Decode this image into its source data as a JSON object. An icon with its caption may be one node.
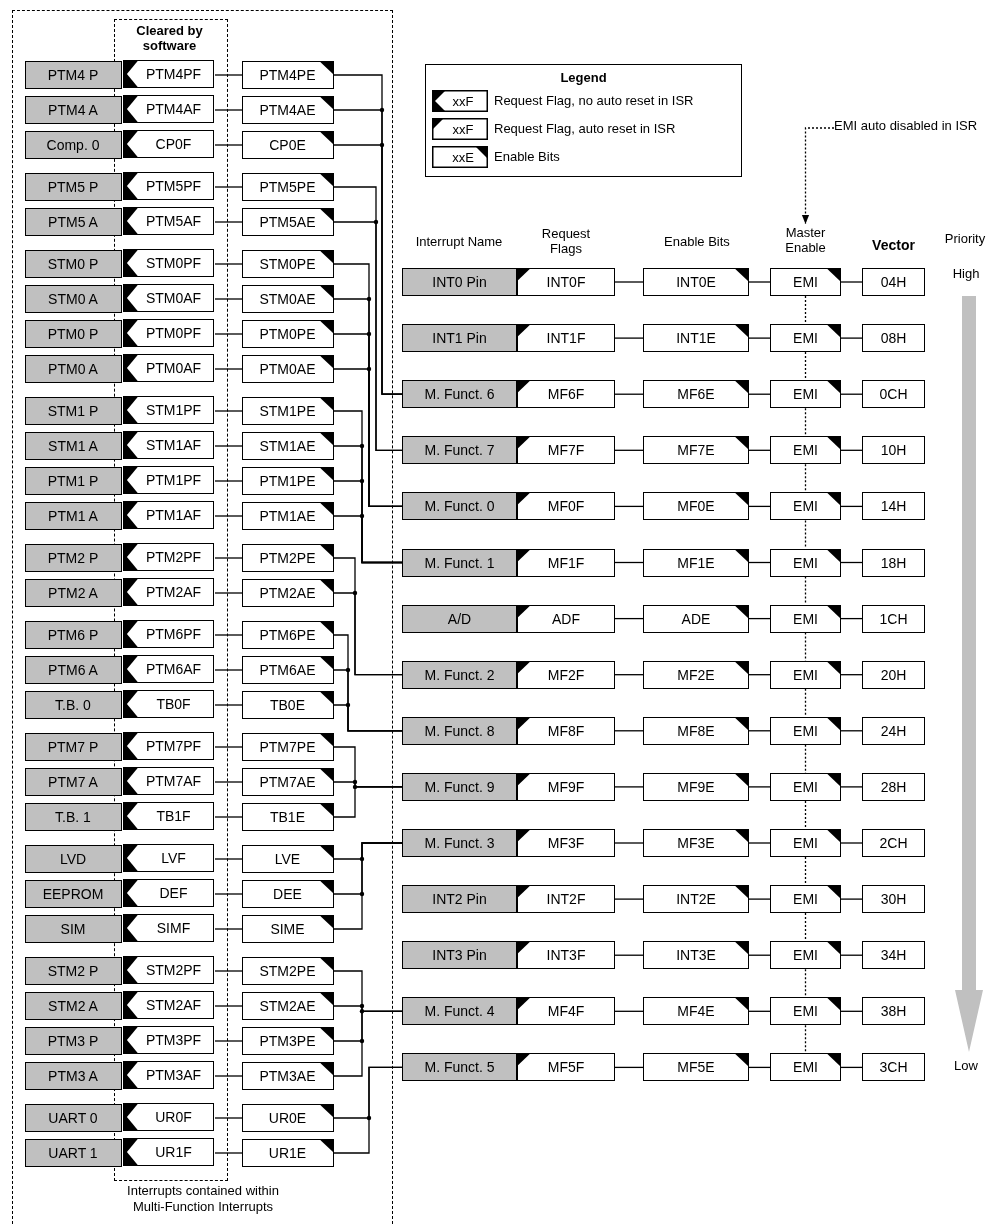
{
  "diagram": {
    "nodes": [
      {
        "text": [
          "Interrupts contained within Multi-Function Interrupts"
        ]
      },
      {
        "text": [
          "Cleared by software"
        ],
        "in": 0
      },
      {
        "text": [
          "PTM4 P"
        ],
        "in": 0
      },
      {
        "text": [
          "PTM4PF"
        ],
        "in": 1
      },
      {
        "text": [
          "PTM4PE"
        ],
        "in": 0
      },
      {
        "text": [
          "PTM4 A"
        ],
        "in": 0
      },
      {
        "text": [
          "PTM4AF"
        ],
        "in": 1
      },
      {
        "text": [
          "PTM4AE"
        ],
        "in": 0
      },
      {
        "text": [
          "Comp. 0"
        ],
        "in": 0
      },
      {
        "text": [
          "CP0F"
        ],
        "in": 1
      },
      {
        "text": [
          "CP0E"
        ],
        "in": 0
      },
      {
        "text": [
          "PTM5 P"
        ],
        "in": 0
      },
      {
        "text": [
          "PTM5PF"
        ],
        "in": 1
      },
      {
        "text": [
          "PTM5PE"
        ],
        "in": 0
      },
      {
        "text": [
          "PTM5 A"
        ],
        "in": 0
      },
      {
        "text": [
          "PTM5AF"
        ],
        "in": 1
      },
      {
        "text": [
          "PTM5AE"
        ],
        "in": 0
      },
      {
        "text": [
          "STM0 P"
        ],
        "in": 0
      },
      {
        "text": [
          "STM0PF"
        ],
        "in": 1
      },
      {
        "text": [
          "STM0PE"
        ],
        "in": 0
      },
      {
        "text": [
          "STM0 A"
        ],
        "in": 0
      },
      {
        "text": [
          "STM0AF"
        ],
        "in": 1
      },
      {
        "text": [
          "STM0AE"
        ],
        "in": 0
      },
      {
        "text": [
          "PTM0 P"
        ],
        "in": 0
      },
      {
        "text": [
          "PTM0PF"
        ],
        "in": 1
      },
      {
        "text": [
          "PTM0PE"
        ],
        "in": 0
      },
      {
        "text": [
          "PTM0 A"
        ],
        "in": 0
      },
      {
        "text": [
          "PTM0AF"
        ],
        "in": 1
      },
      {
        "text": [
          "PTM0AE"
        ],
        "in": 0
      },
      {
        "text": [
          "STM1 P"
        ],
        "in": 0
      },
      {
        "text": [
          "STM1PF"
        ],
        "in": 1
      },
      {
        "text": [
          "STM1PE"
        ],
        "in": 0
      },
      {
        "text": [
          "STM1 A"
        ],
        "in": 0
      },
      {
        "text": [
          "STM1AF"
        ],
        "in": 1
      },
      {
        "text": [
          "STM1AE"
        ],
        "in": 0
      },
      {
        "text": [
          "PTM1 P"
        ],
        "in": 0
      },
      {
        "text": [
          "PTM1PF"
        ],
        "in": 1
      },
      {
        "text": [
          "PTM1PE"
        ],
        "in": 0
      },
      {
        "text": [
          "PTM1 A"
        ],
        "in": 0
      },
      {
        "text": [
          "PTM1AF"
        ],
        "in": 1
      },
      {
        "text": [
          "PTM1AE"
        ],
        "in": 0
      },
      {
        "text": [
          "PTM2 P"
        ],
        "in": 0
      },
      {
        "text": [
          "PTM2PF"
        ],
        "in": 1
      },
      {
        "text": [
          "PTM2PE"
        ],
        "in": 0
      },
      {
        "text": [
          "PTM2 A"
        ],
        "in": 0
      },
      {
        "text": [
          "PTM2AF"
        ],
        "in": 1
      },
      {
        "text": [
          "PTM2AE"
        ],
        "in": 0
      },
      {
        "text": [
          "PTM6 P"
        ],
        "in": 0
      },
      {
        "text": [
          "PTM6PF"
        ],
        "in": 1
      },
      {
        "text": [
          "PTM6PE"
        ],
        "in": 0
      },
      {
        "text": [
          "PTM6 A"
        ],
        "in": 0
      },
      {
        "text": [
          "PTM6AF"
        ],
        "in": 1
      },
      {
        "text": [
          "PTM6AE"
        ],
        "in": 0
      },
      {
        "text": [
          "T.B. 0"
        ],
        "in": 0
      },
      {
        "text": [
          "TB0F"
        ],
        "in": 1
      },
      {
        "text": [
          "TB0E"
        ],
        "in": 0
      },
      {
        "text": [
          "PTM7 P"
        ],
        "in": 0
      },
      {
        "text": [
          "PTM7PF"
        ],
        "in": 1
      },
      {
        "text": [
          "PTM7PE"
        ],
        "in": 0
      },
      {
        "text": [
          "PTM7 A"
        ],
        "in": 0
      },
      {
        "text": [
          "PTM7AF"
        ],
        "in": 1
      },
      {
        "text": [
          "PTM7AE"
        ],
        "in": 0
      },
      {
        "text": [
          "T.B. 1"
        ],
        "in": 0
      },
      {
        "text": [
          "TB1F"
        ],
        "in": 1
      },
      {
        "text": [
          "TB1E"
        ],
        "in": 0
      },
      {
        "text": [
          "LVD"
        ],
        "in": 0
      },
      {
        "text": [
          "LVF"
        ],
        "in": 1
      },
      {
        "text": [
          "LVE"
        ],
        "in": 0
      },
      {
        "text": [
          "EEPROM"
        ],
        "in": 0
      },
      {
        "text": [
          "DEF"
        ],
        "in": 1
      },
      {
        "text": [
          "DEE"
        ],
        "in": 0
      },
      {
        "text": [
          "SIM"
        ],
        "in": 0
      },
      {
        "text": [
          "SIMF"
        ],
        "in": 1
      },
      {
        "text": [
          "SIME"
        ],
        "in": 0
      },
      {
        "text": [
          "STM2 P"
        ],
        "in": 0
      },
      {
        "text": [
          "STM2PF"
        ],
        "in": 1
      },
      {
        "text": [
          "STM2PE"
        ],
        "in": 0
      },
      {
        "text": [
          "STM2 A"
        ],
        "in": 0
      },
      {
        "text": [
          "STM2AF"
        ],
        "in": 1
      },
      {
        "text": [
          "STM2AE"
        ],
        "in": 0
      },
      {
        "text": [
          "PTM3 P"
        ],
        "in": 0
      },
      {
        "text": [
          "PTM3PF"
        ],
        "in": 1
      },
      {
        "text": [
          "PTM3PE"
        ],
        "in": 0
      },
      {
        "text": [
          "PTM3 A"
        ],
        "in": 0
      },
      {
        "text": [
          "PTM3AF"
        ],
        "in": 1
      },
      {
        "text": [
          "PTM3AE"
        ],
        "in": 0
      },
      {
        "text": [
          "UART 0"
        ],
        "in": 0
      },
      {
        "text": [
          "UR0F"
        ],
        "in": 1
      },
      {
        "text": [
          "UR0E"
        ],
        "in": 0
      },
      {
        "text": [
          "UART 1"
        ],
        "in": 0
      },
      {
        "text": [
          "UR1F"
        ],
        "in": 1
      },
      {
        "text": [
          "UR1E"
        ],
        "in": 0
      },
      {
        "text": [
          "INT0 Pin"
        ]
      },
      {
        "text": [
          "INT0F"
        ]
      },
      {
        "text": [
          "INT0E"
        ]
      },
      {
        "text": [
          "EMI"
        ]
      },
      {
        "text": [
          "04H"
        ]
      },
      {
        "text": [
          "INT1 Pin"
        ]
      },
      {
        "text": [
          "INT1F"
        ]
      },
      {
        "text": [
          "INT1E"
        ]
      },
      {
        "text": [
          "EMI"
        ]
      },
      {
        "text": [
          "08H"
        ]
      },
      {
        "text": [
          "M. Funct. 6"
        ]
      },
      {
        "text": [
          "MF6F"
        ]
      },
      {
        "text": [
          "MF6E"
        ]
      },
      {
        "text": [
          "EMI"
        ]
      },
      {
        "text": [
          "0CH"
        ]
      },
      {
        "text": [
          "M. Funct. 7"
        ]
      },
      {
        "text": [
          "MF7F"
        ]
      },
      {
        "text": [
          "MF7E"
        ]
      },
      {
        "text": [
          "EMI"
        ]
      },
      {
        "text": [
          "10H"
        ]
      },
      {
        "text": [
          "M. Funct. 0"
        ]
      },
      {
        "text": [
          "MF0F"
        ]
      },
      {
        "text": [
          "MF0E"
        ]
      },
      {
        "text": [
          "EMI"
        ]
      },
      {
        "text": [
          "14H"
        ]
      },
      {
        "text": [
          "M. Funct. 1"
        ]
      },
      {
        "text": [
          "MF1F"
        ]
      },
      {
        "text": [
          "MF1E"
        ]
      },
      {
        "text": [
          "EMI"
        ]
      },
      {
        "text": [
          "18H"
        ]
      },
      {
        "text": [
          "A/D"
        ]
      },
      {
        "text": [
          "ADF"
        ]
      },
      {
        "text": [
          "ADE"
        ]
      },
      {
        "text": [
          "EMI"
        ]
      },
      {
        "text": [
          "1CH"
        ]
      },
      {
        "text": [
          "M. Funct. 2"
        ]
      },
      {
        "text": [
          "MF2F"
        ]
      },
      {
        "text": [
          "MF2E"
        ]
      },
      {
        "text": [
          "EMI"
        ]
      },
      {
        "text": [
          "20H"
        ]
      },
      {
        "text": [
          "M. Funct. 8"
        ]
      },
      {
        "text": [
          "MF8F"
        ]
      },
      {
        "text": [
          "MF8E"
        ]
      },
      {
        "text": [
          "EMI"
        ]
      },
      {
        "text": [
          "24H"
        ]
      },
      {
        "text": [
          "M. Funct. 9"
        ]
      },
      {
        "text": [
          "MF9F"
        ]
      },
      {
        "text": [
          "MF9E"
        ]
      },
      {
        "text": [
          "EMI"
        ]
      },
      {
        "text": [
          "28H"
        ]
      },
      {
        "text": [
          "M. Funct. 3"
        ]
      },
      {
        "text": [
          "MF3F"
        ]
      },
      {
        "text": [
          "MF3E"
        ]
      },
      {
        "text": [
          "EMI"
        ]
      },
      {
        "text": [
          "2CH"
        ]
      },
      {
        "text": [
          "INT2 Pin"
        ]
      },
      {
        "text": [
          "INT2F"
        ]
      },
      {
        "text": [
          "INT2E"
        ]
      },
      {
        "text": [
          "EMI"
        ]
      },
      {
        "text": [
          "30H"
        ]
      },
      {
        "text": [
          "INT3 Pin"
        ]
      },
      {
        "text": [
          "INT3F"
        ]
      },
      {
        "text": [
          "INT3E"
        ]
      },
      {
        "text": [
          "EMI"
        ]
      },
      {
        "text": [
          "34H"
        ]
      },
      {
        "text": [
          "M. Funct. 4"
        ]
      },
      {
        "text": [
          "MF4F"
        ]
      },
      {
        "text": [
          "MF4E"
        ]
      },
      {
        "text": [
          "EMI"
        ]
      },
      {
        "text": [
          "38H"
        ]
      },
      {
        "text": [
          "M. Funct. 5"
        ]
      },
      {
        "text": [
          "MF5F"
        ]
      },
      {
        "text": [
          "MF5E"
        ]
      },
      {
        "text": [
          "EMI"
        ]
      },
      {
        "text": [
          "3CH"
        ]
      },
      {
        "text": [
          "EMI auto disabled in ISR"
        ]
      },
      {
        "text": [
          "Master Enable"
        ]
      }
    ],
    "edges": [
      {
        "from": 3,
        "to": 4,
        "arrow": "none"
      },
      {
        "from": 4,
        "to": 102,
        "arrow": "none"
      },
      {
        "from": 6,
        "to": 7,
        "arrow": "none"
      },
      {
        "from": 7,
        "to": 102,
        "arrow": "none"
      },
      {
        "from": 9,
        "to": 10,
        "arrow": "none"
      },
      {
        "from": 10,
        "to": 102,
        "arrow": "none"
      },
      {
        "from": 12,
        "to": 13,
        "arrow": "none"
      },
      {
        "from": 13,
        "to": 107,
        "arrow": "none"
      },
      {
        "from": 15,
        "to": 16,
        "arrow": "none"
      },
      {
        "from": 16,
        "to": 107,
        "arrow": "none"
      },
      {
        "from": 18,
        "to": 19,
        "arrow": "none"
      },
      {
        "from": 19,
        "to": 112,
        "arrow": "none"
      },
      {
        "from": 21,
        "to": 22,
        "arrow": "none"
      },
      {
        "from": 22,
        "to": 112,
        "arrow": "none"
      },
      {
        "from": 24,
        "to": 25,
        "arrow": "none"
      },
      {
        "from": 25,
        "to": 112,
        "arrow": "none"
      },
      {
        "from": 27,
        "to": 28,
        "arrow": "none"
      },
      {
        "from": 28,
        "to": 112,
        "arrow": "none"
      },
      {
        "from": 30,
        "to": 31,
        "arrow": "none"
      },
      {
        "from": 31,
        "to": 117,
        "arrow": "none"
      },
      {
        "from": 33,
        "to": 34,
        "arrow": "none"
      },
      {
        "from": 34,
        "to": 117,
        "arrow": "none"
      },
      {
        "from": 36,
        "to": 37,
        "arrow": "none"
      },
      {
        "from": 37,
        "to": 117,
        "arrow": "none"
      },
      {
        "from": 39,
        "to": 40,
        "arrow": "none"
      },
      {
        "from": 40,
        "to": 117,
        "arrow": "none"
      },
      {
        "from": 42,
        "to": 43,
        "arrow": "none"
      },
      {
        "from": 43,
        "to": 127,
        "arrow": "none"
      },
      {
        "from": 45,
        "to": 46,
        "arrow": "none"
      },
      {
        "from": 46,
        "to": 127,
        "arrow": "none"
      },
      {
        "from": 48,
        "to": 49,
        "arrow": "none"
      },
      {
        "from": 49,
        "to": 132,
        "arrow": "none"
      },
      {
        "from": 51,
        "to": 52,
        "arrow": "none"
      },
      {
        "from": 52,
        "to": 132,
        "arrow": "none"
      },
      {
        "from": 54,
        "to": 55,
        "arrow": "none"
      },
      {
        "from": 55,
        "to": 132,
        "arrow": "none"
      },
      {
        "from": 57,
        "to": 58,
        "arrow": "none"
      },
      {
        "from": 58,
        "to": 137,
        "arrow": "none"
      },
      {
        "from": 60,
        "to": 61,
        "arrow": "none"
      },
      {
        "from": 61,
        "to": 137,
        "arrow": "none"
      },
      {
        "from": 63,
        "to": 64,
        "arrow": "none"
      },
      {
        "from": 64,
        "to": 137,
        "arrow": "none"
      },
      {
        "from": 66,
        "to": 67,
        "arrow": "none"
      },
      {
        "from": 67,
        "to": 142,
        "arrow": "none"
      },
      {
        "from": 69,
        "to": 70,
        "arrow": "none"
      },
      {
        "from": 70,
        "to": 142,
        "arrow": "none"
      },
      {
        "from": 72,
        "to": 73,
        "arrow": "none"
      },
      {
        "from": 73,
        "to": 142,
        "arrow": "none"
      },
      {
        "from": 75,
        "to": 76,
        "arrow": "none"
      },
      {
        "from": 76,
        "to": 157,
        "arrow": "none"
      },
      {
        "from": 78,
        "to": 79,
        "arrow": "none"
      },
      {
        "from": 79,
        "to": 157,
        "arrow": "none"
      },
      {
        "from": 81,
        "to": 82,
        "arrow": "none"
      },
      {
        "from": 82,
        "to": 157,
        "arrow": "none"
      },
      {
        "from": 84,
        "to": 85,
        "arrow": "none"
      },
      {
        "from": 85,
        "to": 157,
        "arrow": "none"
      },
      {
        "from": 87,
        "to": 88,
        "arrow": "none"
      },
      {
        "from": 88,
        "to": 162,
        "arrow": "none"
      },
      {
        "from": 90,
        "to": 91,
        "arrow": "none"
      },
      {
        "from": 91,
        "to": 162,
        "arrow": "none"
      },
      {
        "from": 93,
        "to": 94,
        "arrow": "none"
      },
      {
        "from": 94,
        "to": 95,
        "arrow": "none"
      },
      {
        "from": 95,
        "to": 96,
        "arrow": "none"
      },
      {
        "from": 98,
        "to": 99,
        "arrow": "none"
      },
      {
        "from": 99,
        "to": 100,
        "arrow": "none"
      },
      {
        "from": 100,
        "to": 101,
        "arrow": "none"
      },
      {
        "from": 103,
        "to": 104,
        "arrow": "none"
      },
      {
        "from": 104,
        "to": 105,
        "arrow": "none"
      },
      {
        "from": 105,
        "to": 106,
        "arrow": "none"
      },
      {
        "from": 108,
        "to": 109,
        "arrow": "none"
      },
      {
        "from": 109,
        "to": 110,
        "arrow": "none"
      },
      {
        "from": 110,
        "to": 111,
        "arrow": "none"
      },
      {
        "from": 113,
        "to": 114,
        "arrow": "none"
      },
      {
        "from": 114,
        "to": 115,
        "arrow": "none"
      },
      {
        "from": 115,
        "to": 116,
        "arrow": "none"
      },
      {
        "from": 118,
        "to": 119,
        "arrow": "none"
      },
      {
        "from": 119,
        "to": 120,
        "arrow": "none"
      },
      {
        "from": 120,
        "to": 121,
        "arrow": "none"
      },
      {
        "from": 123,
        "to": 124,
        "arrow": "none"
      },
      {
        "from": 124,
        "to": 125,
        "arrow": "none"
      },
      {
        "from": 125,
        "to": 126,
        "arrow": "none"
      },
      {
        "from": 128,
        "to": 129,
        "arrow": "none"
      },
      {
        "from": 129,
        "to": 130,
        "arrow": "none"
      },
      {
        "from": 130,
        "to": 131,
        "arrow": "none"
      },
      {
        "from": 133,
        "to": 134,
        "arrow": "none"
      },
      {
        "from": 134,
        "to": 135,
        "arrow": "none"
      },
      {
        "from": 135,
        "to": 136,
        "arrow": "none"
      },
      {
        "from": 138,
        "to": 139,
        "arrow": "none"
      },
      {
        "from": 139,
        "to": 140,
        "arrow": "none"
      },
      {
        "from": 140,
        "to": 141,
        "arrow": "none"
      },
      {
        "from": 143,
        "to": 144,
        "arrow": "none"
      },
      {
        "from": 144,
        "to": 145,
        "arrow": "none"
      },
      {
        "from": 145,
        "to": 146,
        "arrow": "none"
      },
      {
        "from": 148,
        "to": 149,
        "arrow": "none"
      },
      {
        "from": 149,
        "to": 150,
        "arrow": "none"
      },
      {
        "from": 150,
        "to": 151,
        "arrow": "none"
      },
      {
        "from": 153,
        "to": 154,
        "arrow": "none"
      },
      {
        "from": 154,
        "to": 155,
        "arrow": "none"
      },
      {
        "from": 155,
        "to": 156,
        "arrow": "none"
      },
      {
        "from": 158,
        "to": 159,
        "arrow": "none"
      },
      {
        "from": 159,
        "to": 160,
        "arrow": "none"
      },
      {
        "from": 160,
        "to": 161,
        "arrow": "none"
      },
      {
        "from": 163,
        "to": 164,
        "arrow": "none"
      },
      {
        "from": 164,
        "to": 165,
        "arrow": "none"
      },
      {
        "from": 165,
        "to": 166,
        "arrow": "none"
      },
      {
        "from": 95,
        "to": 100,
        "arrow": "none",
        "style": "dashed"
      },
      {
        "from": 100,
        "to": 105,
        "arrow": "none",
        "style": "dashed"
      },
      {
        "from": 105,
        "to": 110,
        "arrow": "none",
        "style": "dashed"
      },
      {
        "from": 110,
        "to": 115,
        "arrow": "none",
        "style": "dashed"
      },
      {
        "from": 115,
        "to": 120,
        "arrow": "none",
        "style": "dashed"
      },
      {
        "from": 120,
        "to": 125,
        "arrow": "none",
        "style": "dashed"
      },
      {
        "from": 125,
        "to": 130,
        "arrow": "none",
        "style": "dashed"
      },
      {
        "from": 130,
        "to": 135,
        "arrow": "none",
        "style": "dashed"
      },
      {
        "from": 135,
        "to": 140,
        "arrow": "none",
        "style": "dashed"
      },
      {
        "from": 140,
        "to": 145,
        "arrow": "none",
        "style": "dashed"
      },
      {
        "from": 145,
        "to": 150,
        "arrow": "none",
        "style": "dashed"
      },
      {
        "from": 150,
        "to": 155,
        "arrow": "none",
        "style": "dashed"
      },
      {
        "from": 155,
        "to": 160,
        "arrow": "none",
        "style": "dashed"
      },
      {
        "from": 160,
        "to": 165,
        "arrow": "none",
        "style": "dashed"
      },
      {
        "from": 167,
        "to": 168,
        "arrow": "to",
        "style": "dashed"
      }
    ],
    "labels": [
      "Legend",
      "xxF",
      "xxF",
      "xxE",
      "Interrupt Name",
      "Request Flags",
      "Enable Bits",
      "Vector",
      "Priority",
      "High",
      "Low"
    ],
    "legend": [
      {
        "text": "Request Flag, no auto reset in ISR"
      },
      {
        "text": "Request Flag, auto reset in ISR"
      },
      {
        "text": "Enable Bits"
      }
    ]
  }
}
